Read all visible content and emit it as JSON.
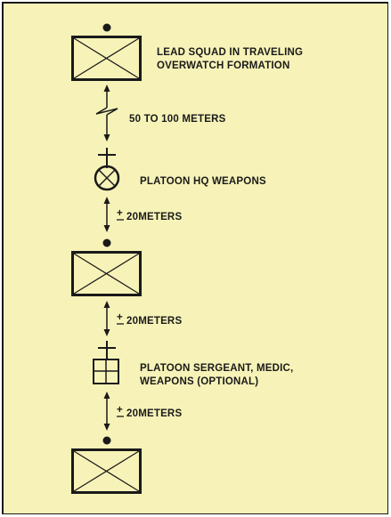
{
  "colors": {
    "background": "#f7f3b8",
    "ink": "#1a1a1a",
    "frame": "#1a1a1a"
  },
  "labels": {
    "lead_squad_line1": "LEAD SQUAD IN TRAVELING",
    "lead_squad_line2": "OVERWATCH FORMATION",
    "distance_lead": "50 TO 100 METERS",
    "platoon_hq": "PLATOON HQ WEAPONS",
    "distance_2_sign": "+",
    "distance_2_value": "20METERS",
    "distance_3_sign": "+",
    "distance_3_value": "20METERS",
    "platoon_sgt_line1": "PLATOON SERGEANT, MEDIC,",
    "platoon_sgt_line2": "WEAPONS (OPTIONAL)",
    "distance_4_sign": "+",
    "distance_4_value": "20METERS"
  },
  "icons": {
    "squad": "infantry-squad-symbol",
    "hq": "platoon-hq-symbol",
    "sergeant": "platoon-sergeant-symbol"
  }
}
